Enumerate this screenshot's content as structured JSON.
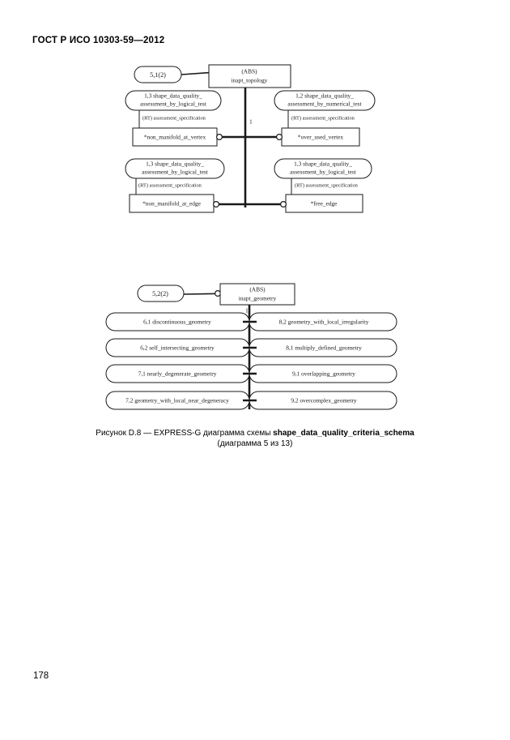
{
  "document": {
    "header": "ГОСТ Р ИСО 10303-59—2012",
    "page_number": "178",
    "caption_line1_prefix": "Рисунок D.8 — EXPRESS-G диаграмма схемы ",
    "caption_line1_bold": "shape_data_quality_criteria_schema",
    "caption_line2": "(диаграмма 5 из 13)"
  },
  "diagram_top": {
    "page_ref": "5,1(2)",
    "root": {
      "line1": "(ABS)",
      "line2": "inapt_topology"
    },
    "trunk_label": "1",
    "nodes": [
      {
        "ref_line1": "1,3  shape_data_quality_",
        "ref_line2": "assessment_by_logical_test",
        "attribute": "(RT) assessment_specification",
        "entity": "*non_manifold_at_vertex"
      },
      {
        "ref_line1": "1,2  shape_data_quality_",
        "ref_line2": "assessment_by_numerical_test",
        "attribute": "(RT) assessment_specification",
        "entity": "*over_used_vertex"
      },
      {
        "ref_line1": "1,3  shape_data_quality_",
        "ref_line2": "assessment_by_logical_test",
        "attribute": "(RT) assessment_specification",
        "entity": "*non_manifold_at_edge"
      },
      {
        "ref_line1": "1,3  shape_data_quality_",
        "ref_line2": "assessment_by_logical_test",
        "attribute": "(RT) assessment_specification",
        "entity": "*free_edge"
      }
    ]
  },
  "diagram_bottom": {
    "page_ref": "5,2(2)",
    "root": {
      "line1": "(ABS)",
      "line2": "inapt_geometry"
    },
    "trunk_label": "1",
    "left_items": [
      "6,1 discontinuous_geometry",
      "6,2 self_intersecting_geometry",
      "7,1 nearly_degenerate_geometry",
      "7,2 geometry_with_local_near_degeneracy"
    ],
    "right_items": [
      "8,2 geometry_with_local_irregularity",
      "8,1 multiply_defined_geometry",
      "9,1 overlapping_geometry",
      "9,2 overcomplex_geometry"
    ]
  }
}
